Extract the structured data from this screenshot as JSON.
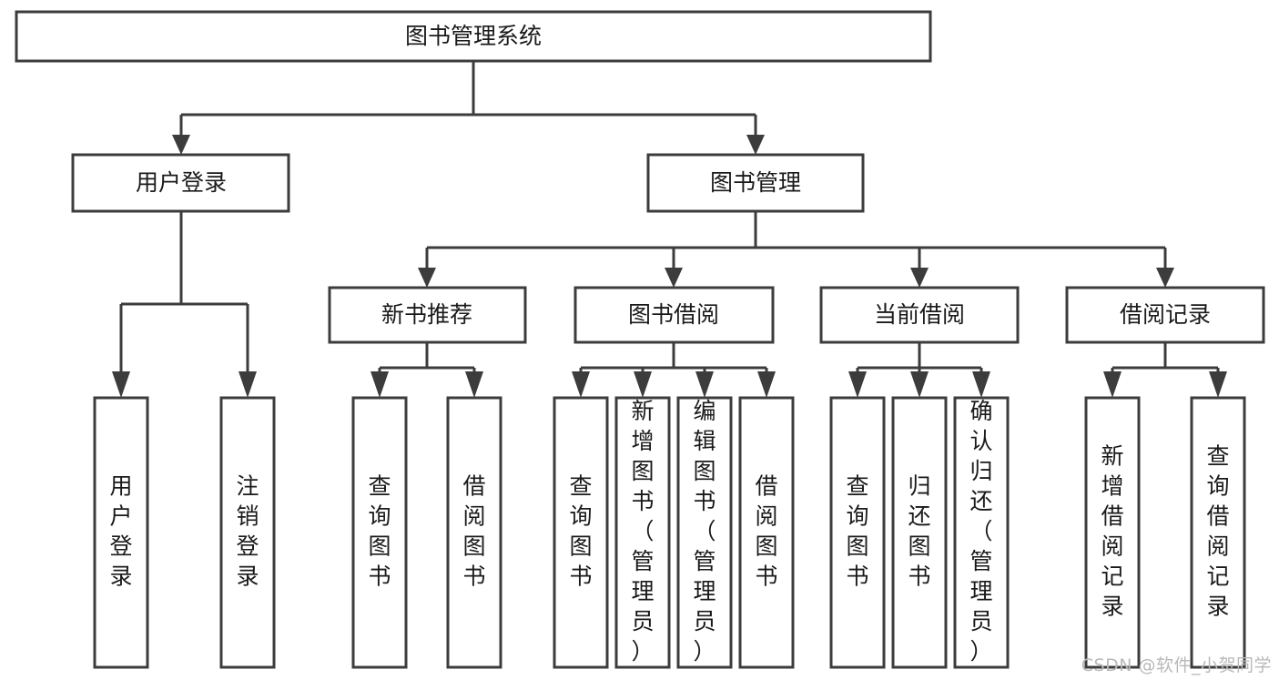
{
  "diagram": {
    "type": "tree",
    "title": "图书管理系统",
    "orientation": "top-down",
    "watermark": "CSDN @软件_小贺同学",
    "colors": {
      "box_fill": "#ffffff",
      "box_stroke": "#3c3c3c",
      "line": "#3c3c3c",
      "text": "#1a1a1a",
      "watermark": "#b9b9b9",
      "background": "#ffffff"
    },
    "levels": {
      "root": {
        "label": "图书管理系统"
      },
      "level2": [
        {
          "label": "用户登录"
        },
        {
          "label": "图书管理"
        }
      ],
      "level3": [
        {
          "label": "新书推荐"
        },
        {
          "label": "图书借阅"
        },
        {
          "label": "当前借阅"
        },
        {
          "label": "借阅记录"
        }
      ]
    },
    "leaves": {
      "user_login": [
        {
          "label": "用户登录"
        },
        {
          "label": "注销登录"
        }
      ],
      "new_book_recommend": [
        {
          "label": "查询图书"
        },
        {
          "label": "借阅图书"
        }
      ],
      "book_borrow": [
        {
          "label": "查询图书"
        },
        {
          "label": "新增图书（管理员）"
        },
        {
          "label": "编辑图书（管理员）"
        },
        {
          "label": "借阅图书"
        }
      ],
      "current_borrow": [
        {
          "label": "查询图书"
        },
        {
          "label": "归还图书"
        },
        {
          "label": "确认归还（管理员）"
        }
      ],
      "borrow_record": [
        {
          "label": "新增借阅记录"
        },
        {
          "label": "查询借阅记录"
        }
      ]
    }
  }
}
